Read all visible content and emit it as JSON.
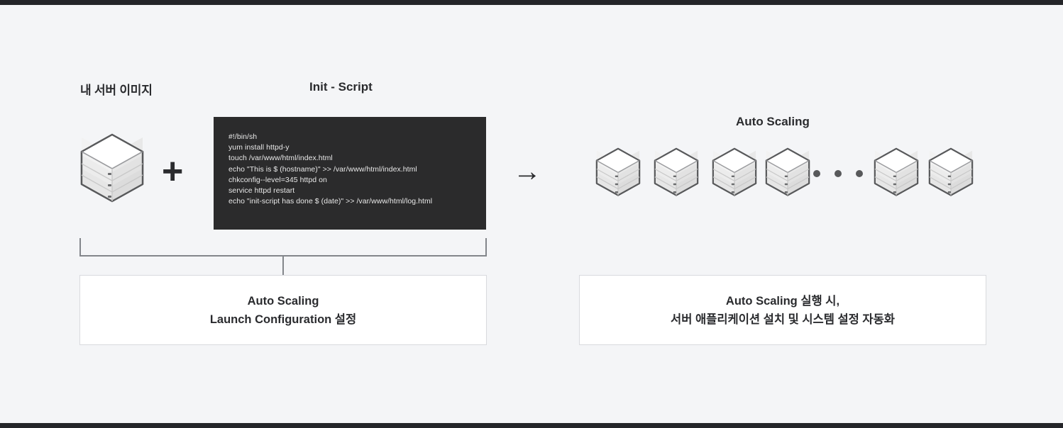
{
  "slide": {
    "background_color": "#f4f5f7",
    "edge_color": "#242529",
    "text_color": "#2a2b2e"
  },
  "headings": {
    "my_server_image": "내 서버 이미지",
    "init_script": "Init - Script",
    "auto_scaling": "Auto Scaling"
  },
  "operators": {
    "plus": "+",
    "arrow": "→",
    "ellipsis_dot_count": 3
  },
  "code_block": {
    "background_color": "#2b2b2c",
    "text_color": "#e8e8e8",
    "lines": [
      "#!/bin/sh",
      "yum install httpd-y",
      "touch /var/www/html/index.html",
      "echo \"This is $ (hostname)\" >> /var/www/html/index.html",
      "chkconfig--level=345 httpd on",
      "service httpd restart",
      "echo \"init-script has done $ (date)\" >> /var/www/html/log.html"
    ]
  },
  "servers": {
    "source_icon_name": "server-stack-icon",
    "scaled_group_count": 6,
    "layers_per_stack": 3
  },
  "captions": {
    "left": {
      "line1": "Auto Scaling",
      "line2": "Launch Configuration 설정"
    },
    "right": {
      "line1": "Auto Scaling 실행 시,",
      "line2": "서버 애플리케이션 설치 및 시스템 설정 자동화"
    }
  }
}
